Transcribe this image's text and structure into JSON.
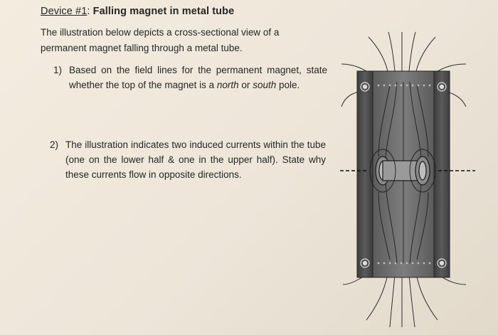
{
  "title": {
    "device_label": "Device #1",
    "colon": ":",
    "heading": "Falling magnet in metal tube"
  },
  "intro": "The illustration below depicts a cross-sectional view of a permanent magnet falling through a metal tube.",
  "questions": [
    {
      "number": "1)",
      "text_before": "Based on the field lines for the permanent magnet, state whether the top of the magnet is a ",
      "italic_1": "north",
      "text_middle": " or ",
      "italic_2": "south",
      "text_after": " pole."
    },
    {
      "number": "2)",
      "text": "The illustration indicates two induced currents within the tube (one on the lower half & one in the upper half). State why these currents flow in opposite directions."
    }
  ],
  "colors": {
    "tube_wall": "#4a4a4a",
    "magnet_body": "#6b6b6b",
    "field_lines": "#2a2a2a",
    "background": "#efe8db"
  }
}
